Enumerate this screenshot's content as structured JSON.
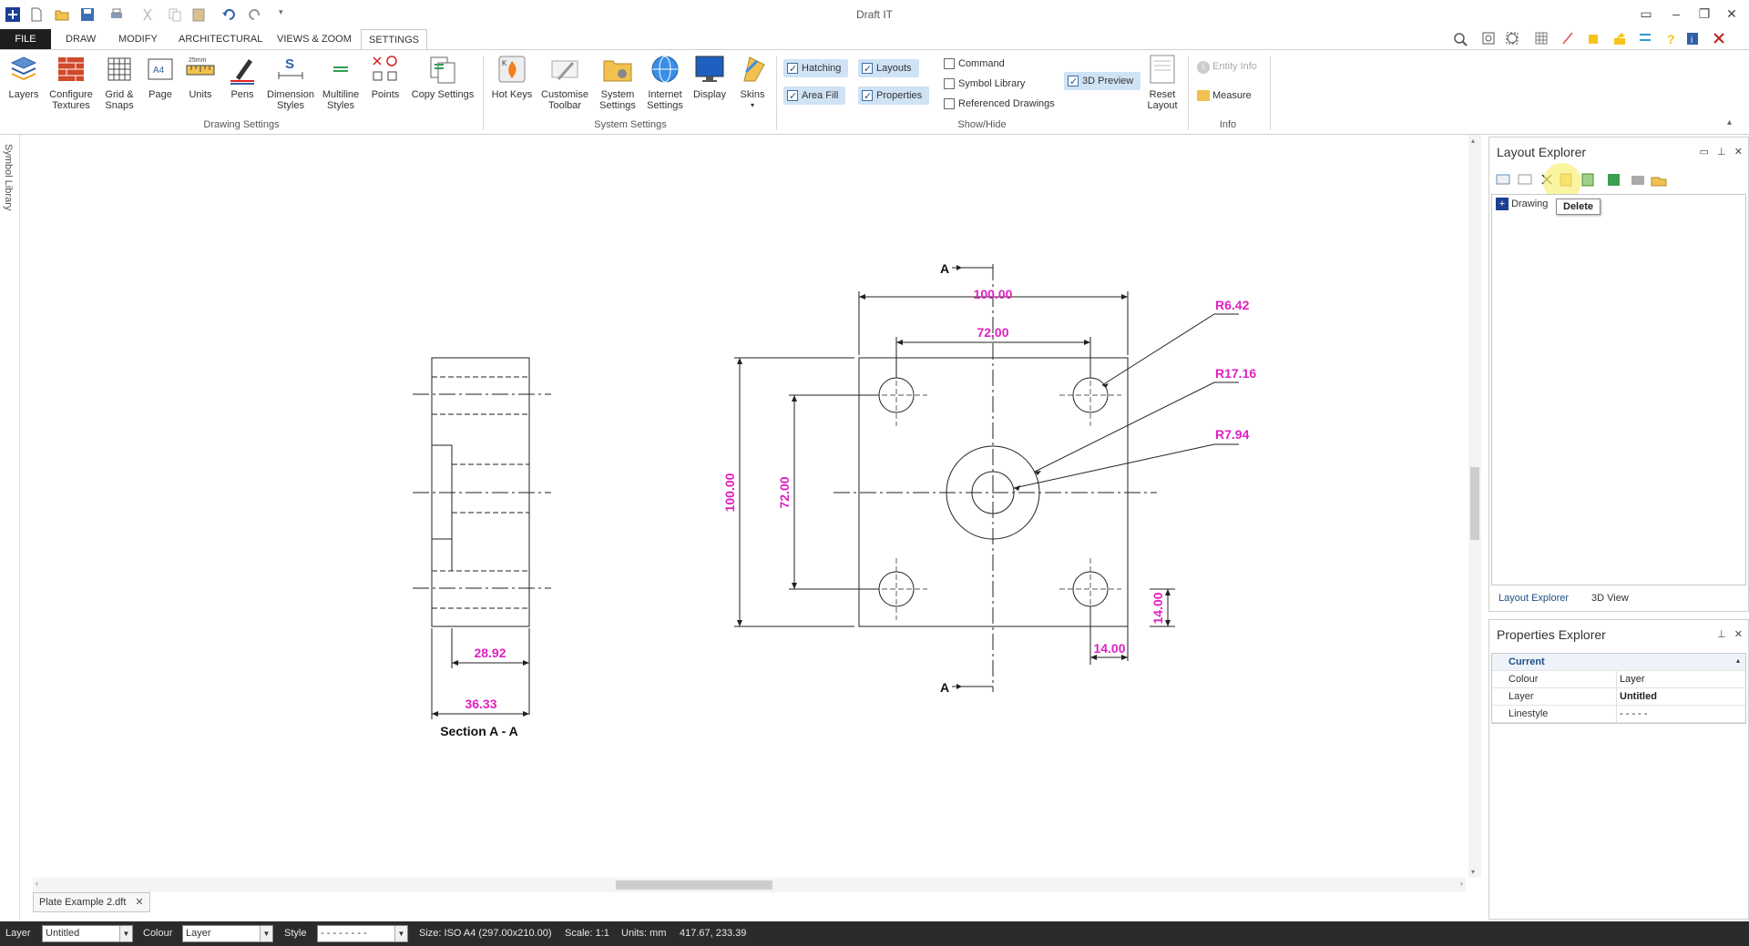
{
  "window": {
    "title": "Draft IT"
  },
  "tabs": [
    "FILE",
    "DRAW",
    "MODIFY",
    "ARCHITECTURAL",
    "VIEWS & ZOOM",
    "SETTINGS"
  ],
  "ribbon": {
    "drawing_settings": {
      "label": "Drawing Settings",
      "buttons": [
        "Layers",
        "Configure Textures",
        "Grid & Snaps",
        "Page",
        "Units",
        "Pens",
        "Dimension Styles",
        "Multiline Styles",
        "Points",
        "Copy Settings"
      ]
    },
    "system_settings": {
      "label": "System Settings",
      "buttons": [
        "Hot Keys",
        "Customise Toolbar",
        "System Settings",
        "Internet Settings",
        "Display",
        "Skins"
      ]
    },
    "show_hide": {
      "label": "Show/Hide",
      "checks": [
        {
          "label": "Hatching",
          "checked": true
        },
        {
          "label": "Area Fill",
          "checked": true
        },
        {
          "label": "Layouts",
          "checked": true
        },
        {
          "label": "Properties",
          "checked": true
        },
        {
          "label": "Command",
          "checked": false
        },
        {
          "label": "Symbol Library",
          "checked": false
        },
        {
          "label": "Referenced Drawings",
          "checked": false
        },
        {
          "label": "3D Preview",
          "checked": true
        }
      ],
      "reset_layout": "Reset Layout"
    },
    "info": {
      "label": "Info",
      "entity_info": "Entity Info",
      "measure": "Measure"
    },
    "page_icon_text": "A4",
    "units_icon_text": "25mm"
  },
  "left_sidebar": {
    "label": "Symbol Library"
  },
  "drawing": {
    "dim_top_outer": "100.00",
    "dim_top_inner": "72.00",
    "dim_left_outer": "100.00",
    "dim_left_inner": "72.00",
    "dim_r1": "R6.42",
    "dim_r2": "R17.16",
    "dim_r3": "R7.94",
    "dim_bottom_right": "14.00",
    "dim_right_side": "14.00",
    "section_marker": "A",
    "section_dim1": "28.92",
    "section_dim2": "36.33",
    "section_title": "Section A - A"
  },
  "doc_tab": {
    "name": "Plate Example 2.dft"
  },
  "layout_explorer": {
    "title": "Layout Explorer",
    "tree_root": "Drawing",
    "tooltip": "Delete",
    "tabs": [
      "Layout Explorer",
      "3D View"
    ]
  },
  "properties_explorer": {
    "title": "Properties Explorer",
    "section": "Current",
    "rows": [
      {
        "key": "Colour",
        "value": "Layer"
      },
      {
        "key": "Layer",
        "value": "Untitled"
      },
      {
        "key": "Linestyle",
        "value": "- - - - -"
      }
    ]
  },
  "status": {
    "layer_label": "Layer",
    "layer_value": "Untitled",
    "colour_label": "Colour",
    "colour_value": "Layer",
    "style_label": "Style",
    "style_value": "- - - - - - - -",
    "size": "Size: ISO A4 (297.00x210.00)",
    "scale": "Scale: 1:1",
    "units": "Units: mm",
    "coords": "417.67, 233.39"
  },
  "colors": {
    "dimension": "#e020c0",
    "accent": "#1f4f85"
  }
}
